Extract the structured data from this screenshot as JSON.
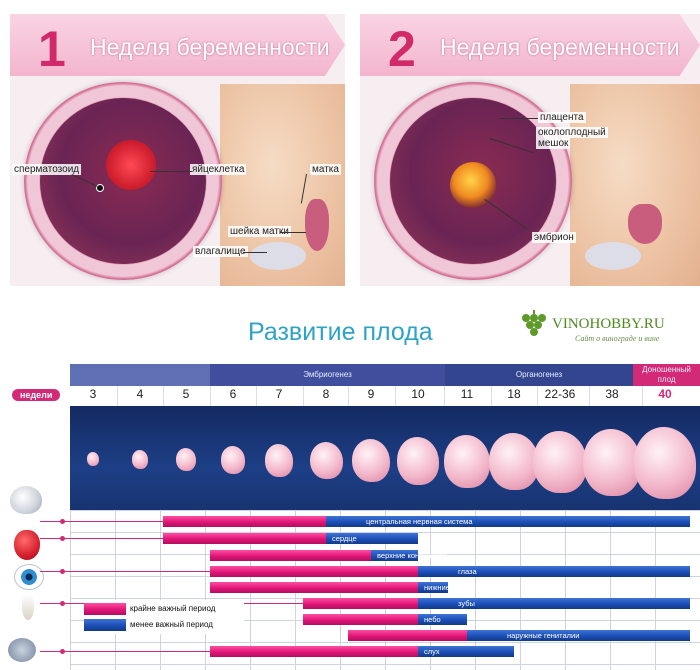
{
  "panels": [
    {
      "number": "1",
      "title": "Неделя беременности",
      "labels": [
        "сперматозоид",
        "яйцеклетка",
        "матка",
        "шейка матки",
        "влагалище"
      ]
    },
    {
      "number": "2",
      "title": "Неделя беременности",
      "labels": [
        "плацента",
        "околоплодный",
        "мешок",
        "эмбрион"
      ]
    }
  ],
  "title": "Развитие плода",
  "logo": {
    "name": "VINOHOBBY.RU",
    "tagline": "Сайт о винограде и вине"
  },
  "chart_data": {
    "type": "gantt",
    "weeks_label": "недели",
    "weeks": [
      "3",
      "4",
      "5",
      "6",
      "7",
      "8",
      "9",
      "10",
      "11",
      "18",
      "22-36",
      "38",
      "40"
    ],
    "periods": [
      {
        "name": "Эмбриогенез",
        "weeks": [
          "6",
          "10"
        ]
      },
      {
        "name": "Органогенез",
        "weeks": [
          "11",
          "22-36"
        ]
      },
      {
        "name": "Доношенный плод",
        "weeks": [
          "40"
        ]
      }
    ],
    "legend": [
      {
        "label": "крайне важный период",
        "color": "#e01677"
      },
      {
        "label": "менее важный период",
        "color": "#1c4fb5"
      }
    ],
    "colors": {
      "critical": "#e01677",
      "less": "#1c4fb5",
      "accent": "#d22a77"
    },
    "rows": [
      {
        "label": "центральная нервная система",
        "critical": [
          "5",
          "8"
        ],
        "less": [
          "8",
          "40"
        ]
      },
      {
        "label": "сердце",
        "critical": [
          "5",
          "8"
        ],
        "less": [
          "8",
          "10"
        ]
      },
      {
        "label": "верхние конечности",
        "critical": [
          "6",
          "9"
        ],
        "less": [
          "9",
          "10"
        ]
      },
      {
        "label": "глаза",
        "critical": [
          "6",
          "10"
        ],
        "less": [
          "10",
          "40"
        ]
      },
      {
        "label": "нижние конечности",
        "critical": [
          "6",
          "10"
        ],
        "less": [
          "10",
          "10"
        ]
      },
      {
        "label": "зубы",
        "critical": [
          "8",
          "10"
        ],
        "less": [
          "10",
          "40"
        ]
      },
      {
        "label": "небо",
        "critical": [
          "8",
          "10"
        ],
        "less": [
          "10",
          "11"
        ]
      },
      {
        "label": "наружные гениталии",
        "critical": [
          "9",
          "11"
        ],
        "less": [
          "11",
          "40"
        ]
      },
      {
        "label": "слух",
        "critical": [
          "6",
          "10"
        ],
        "less": [
          "10",
          "18"
        ]
      }
    ]
  }
}
